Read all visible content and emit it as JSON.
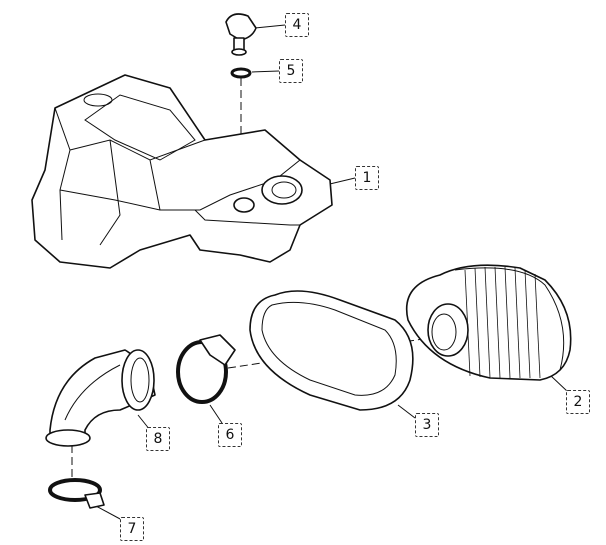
{
  "diagram": {
    "type": "exploded-parts-view",
    "callouts": [
      {
        "id": "1",
        "label": "1",
        "part": "engine-cover"
      },
      {
        "id": "2",
        "label": "2",
        "part": "air-filter-element"
      },
      {
        "id": "3",
        "label": "3",
        "part": "filter-seal-ring"
      },
      {
        "id": "4",
        "label": "4",
        "part": "oil-filler-cap"
      },
      {
        "id": "5",
        "label": "5",
        "part": "o-ring"
      },
      {
        "id": "6",
        "label": "6",
        "part": "hose-clamp-upper"
      },
      {
        "id": "7",
        "label": "7",
        "part": "hose-clamp-lower"
      },
      {
        "id": "8",
        "label": "8",
        "part": "intake-elbow-hose"
      }
    ]
  }
}
